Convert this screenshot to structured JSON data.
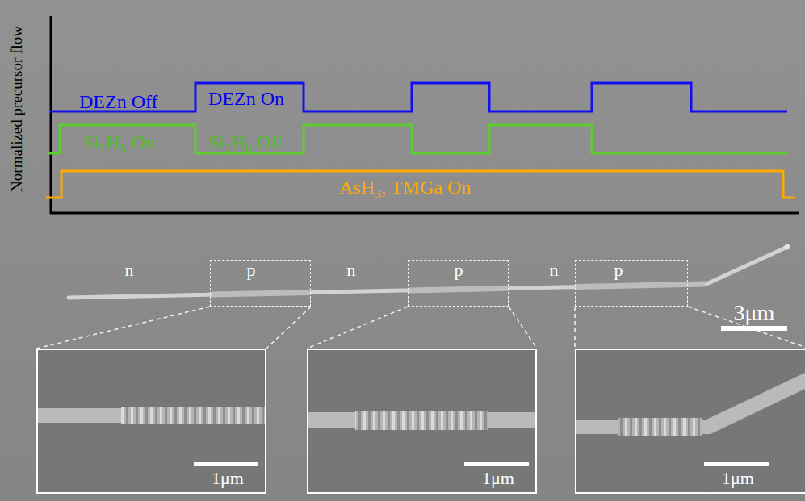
{
  "diagram": {
    "nodes": [
      {
        "text": [
          "p"
        ]
      },
      {
        "text": [
          "p"
        ]
      },
      {
        "text": [
          "p"
        ]
      },
      {
        "text": [
          "1μm"
        ]
      },
      {
        "text": [
          "1μm"
        ]
      },
      {
        "text": [
          "1μm"
        ]
      }
    ],
    "edges": [
      {
        "from": 0,
        "to": 3,
        "arrow": "none"
      },
      {
        "from": 1,
        "to": 4,
        "arrow": "none"
      },
      {
        "from": 2,
        "to": 5,
        "arrow": "none"
      }
    ],
    "labels": [
      "Normalized precursor flow",
      "DEZn Off",
      "DEZn On",
      "Si₂H₆ On",
      "Si₂H₆ Off",
      "AsH₃, TMGa On",
      "n",
      "n",
      "n",
      "3μm"
    ]
  }
}
